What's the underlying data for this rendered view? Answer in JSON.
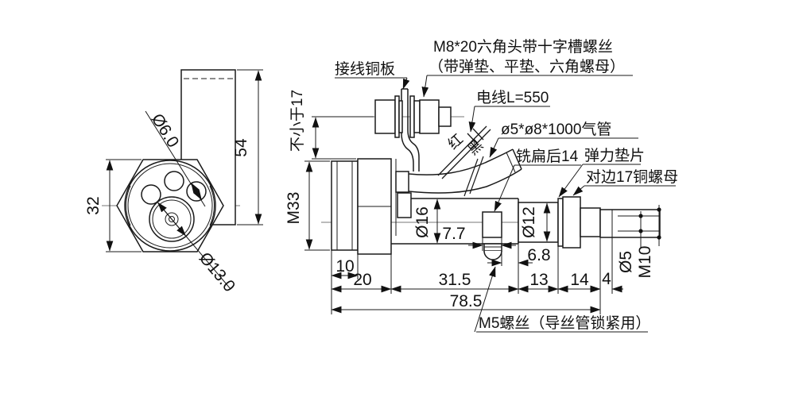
{
  "drawing": {
    "colors": {
      "line": "#1a1a1a",
      "thin": "#444444",
      "center": "#777777",
      "background": "#ffffff"
    },
    "labels": {
      "terminal_plate": "接线铜板",
      "screw_spec_line1": "M8*20六角头带十字槽螺丝",
      "screw_spec_line2": "（带弹垫、平垫、六角螺母）",
      "wire_length": "电线L=550",
      "wire_red": "红",
      "wire_black": "黑",
      "air_tube": "ø5*ø8*1000气管",
      "milled_flat": "铣扁后14",
      "spring_washer": "弹力垫片",
      "copper_nut": "对边17铜螺母",
      "min_clearance": "不小于17",
      "m5_screw": "M5螺丝（导丝管锁紧用）"
    },
    "dims": {
      "d6": "Ø6.0",
      "d13": "Ø13.0",
      "w32": "32",
      "h54": "54",
      "m33": "M33",
      "d16": "Ø16",
      "l77": "7.7",
      "d12": "Ø12",
      "l68": "6.8",
      "l10": "10",
      "l20": "20",
      "l315": "31.5",
      "l13": "13",
      "l14": "14",
      "l4": "4",
      "l785": "78.5",
      "d5": "Ø5",
      "m10": "M10"
    }
  }
}
